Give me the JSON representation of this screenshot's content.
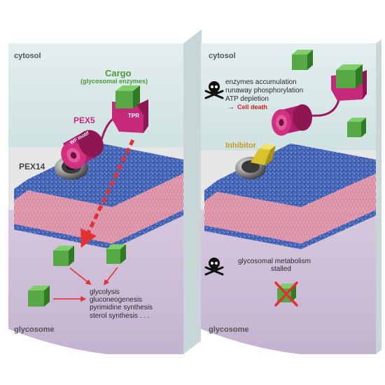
{
  "left_panel": {
    "cytosol_label": "cytosol",
    "cargo_title": "Cargo",
    "cargo_subtitle": "(glycosomal enzymes)",
    "pex5_label": "PEX5",
    "tpr_label": "TPR",
    "wf_motif_label": "WF motif",
    "pex14_label": "PEX14",
    "glycosome_label": "glycosome",
    "pathways": [
      "glycolysis",
      "gluconeogenesis",
      "pyrimidine synthesis",
      "sterol synthesis . . ."
    ]
  },
  "right_panel": {
    "cytosol_label": "cytosol",
    "consequences": [
      "enzymes accumulation",
      "runaway phosphorylation",
      "ATP depletion"
    ],
    "cell_death_arrow": "→",
    "cell_death_label": "Cell death",
    "inhibitor_label": "Inhibitor",
    "stalled_line1": "glycosomal metabolism",
    "stalled_line2": "stalled",
    "glycosome_label": "glycosome"
  },
  "icons": {
    "skull": "skull-crossbones-icon",
    "cross": "red-x-icon",
    "cube": "green-cube-icon"
  },
  "colors": {
    "cytosol": "#d6e6e6",
    "glycosome": "#cdbfd6",
    "lipid_head": "#3f5fb0",
    "lipid_tail": "#d46d8a",
    "pex5": "#c6287a",
    "cargo": "#4a9a3a",
    "pex14": "#6b6b6b",
    "inhibitor": "#d8c42a",
    "arrow_red": "#e33030"
  }
}
